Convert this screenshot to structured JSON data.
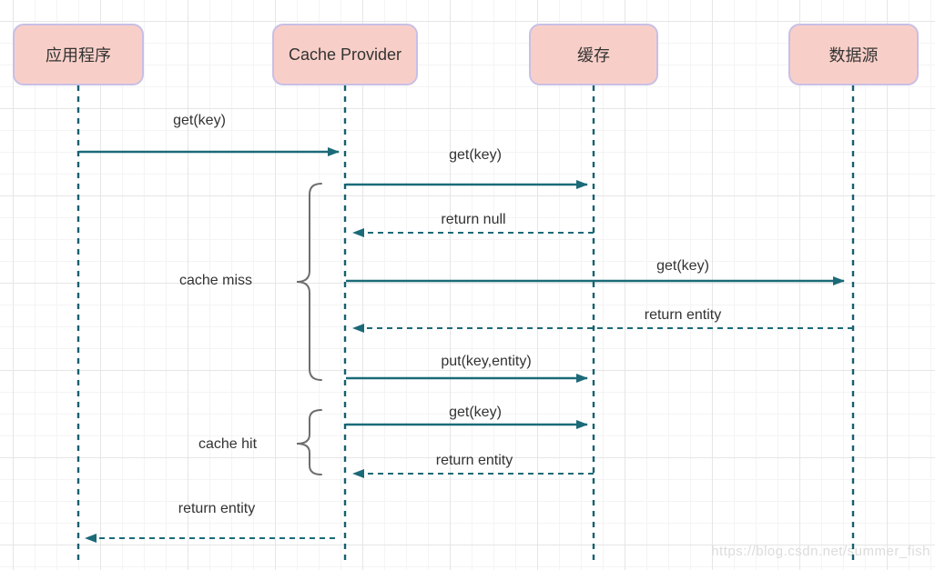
{
  "diagram": {
    "type": "sequence-diagram",
    "actors": [
      {
        "label": "应用程序"
      },
      {
        "label": "Cache Provider"
      },
      {
        "label": "缓存"
      },
      {
        "label": "数据源"
      }
    ],
    "messages": [
      {
        "label": "get(key)",
        "from": "应用程序",
        "to": "Cache Provider",
        "line": "solid"
      },
      {
        "label": "get(key)",
        "from": "Cache Provider",
        "to": "缓存",
        "line": "solid"
      },
      {
        "label": "return null",
        "from": "缓存",
        "to": "Cache Provider",
        "line": "dashed"
      },
      {
        "label": "get(key)",
        "from": "Cache Provider",
        "to": "数据源",
        "line": "solid"
      },
      {
        "label": "return entity",
        "from": "数据源",
        "to": "Cache Provider",
        "line": "dashed"
      },
      {
        "label": "put(key,entity)",
        "from": "Cache Provider",
        "to": "缓存",
        "line": "solid"
      },
      {
        "label": "get(key)",
        "from": "Cache Provider",
        "to": "缓存",
        "line": "solid"
      },
      {
        "label": "return entity",
        "from": "缓存",
        "to": "Cache Provider",
        "line": "dashed"
      },
      {
        "label": "return entity",
        "from": "Cache Provider",
        "to": "应用程序",
        "line": "dashed"
      }
    ],
    "annotations": [
      {
        "label": "cache miss"
      },
      {
        "label": "cache hit"
      }
    ],
    "watermark": "https://blog.csdn.net/summer_fish",
    "colors": {
      "actor_fill": "#f8cfc8",
      "actor_border": "#c8bfe6",
      "arrow": "#1b6a78",
      "lifeline": "#17606f",
      "brace": "#6e6e6e",
      "label_text": "#333333",
      "watermark": "#dcdcdc"
    }
  }
}
